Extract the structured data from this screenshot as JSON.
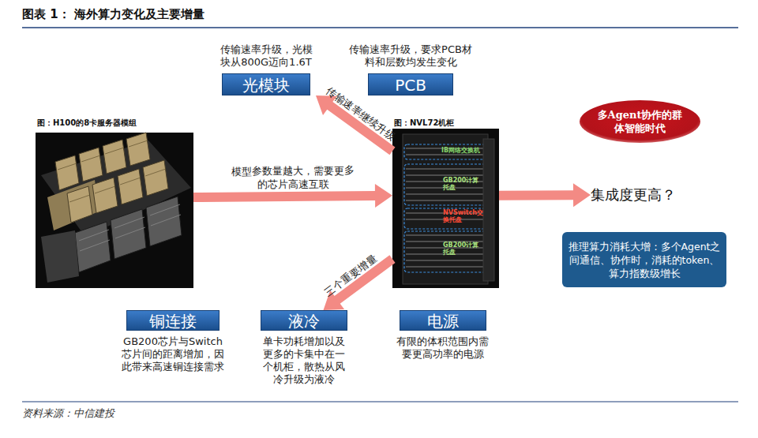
{
  "diagram": {
    "title": "图表 1： 海外算力变化及主要增量",
    "caption": "资料来源：中信建投",
    "nodes": [
      {
        "text": [
          "图：H100的8卡服务器模组"
        ]
      },
      {
        "text": [
          "传输速率升级，光模块从800G迈向1.6T",
          "光模块"
        ]
      },
      {
        "text": [
          "传输速率升级，要求PCB材料和层数均发生变化",
          "PCB"
        ]
      },
      {
        "text": [
          "图：NVL72机柜",
          "IB网络交换机",
          "GB200计算托盘",
          "NVSwitch交换托盘",
          "GB200计算托盘"
        ]
      },
      {
        "text": [
          "多Agent协作的群体智能时代"
        ]
      },
      {
        "text": [
          "集成度更高？"
        ]
      },
      {
        "text": [
          "推理算力消耗大增：多个Agent之间通信、协作时，消耗的token、算力指数级增长"
        ]
      },
      {
        "text": [
          "铜连接",
          "GB200芯片与Switch芯片间的距离增加，因此带来高速铜连接需求"
        ]
      },
      {
        "text": [
          "液冷",
          "单卡功耗增加以及更多的卡集中在一个机柜，散热从风冷升级为液冷"
        ]
      },
      {
        "text": [
          "电源",
          "有限的体积范围内需要更高功率的电源"
        ]
      }
    ],
    "edges": [
      {
        "from": 0,
        "to": 3,
        "label": "模型参数量越大，需要更多的芯片高速互联",
        "arrow": "to"
      },
      {
        "from": 3,
        "to": 1,
        "label": "传输速率继续升级",
        "arrow": "to"
      },
      {
        "from": 3,
        "to": 8,
        "label": "三个重要增量",
        "arrow": "to"
      },
      {
        "from": 3,
        "to": 5,
        "arrow": "to"
      }
    ]
  }
}
